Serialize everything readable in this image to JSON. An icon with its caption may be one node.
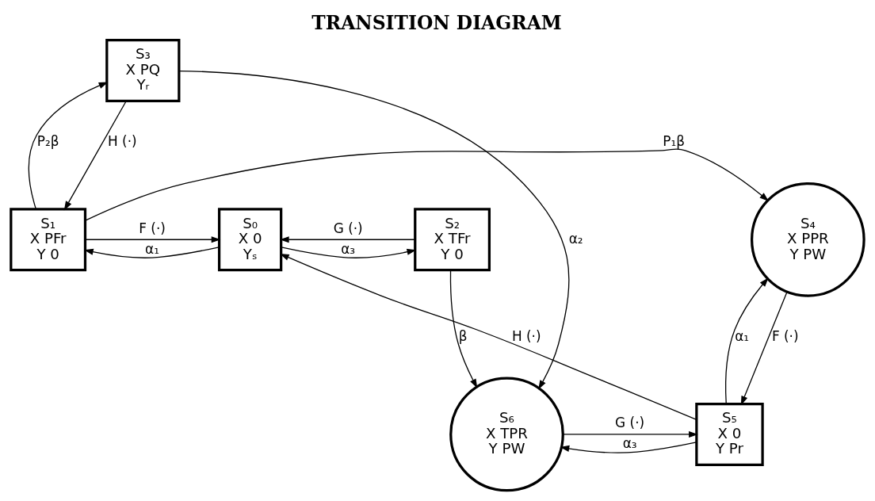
{
  "diagram": {
    "title": "TRANSITION DIAGRAM",
    "nodes": [
      {
        "text": [
          "S₃",
          "X PQ",
          "Yᵣ"
        ]
      },
      {
        "text": [
          "S₂",
          "X TFr",
          "Y 0"
        ]
      },
      {
        "text": [
          "S₀",
          "X 0",
          "Yₛ"
        ]
      },
      {
        "text": [
          "S₁",
          "X PFr",
          "Y 0"
        ]
      },
      {
        "text": [
          "S₄",
          "X PPR",
          "Y PW"
        ]
      },
      {
        "text": [
          "S₆",
          "X TPR",
          "Y PW"
        ]
      },
      {
        "text": [
          "S₅",
          "X 0",
          "Y Pr"
        ]
      }
    ],
    "edges": [
      {
        "from": 2,
        "to": 1,
        "arrow": "to",
        "label": "α₃"
      },
      {
        "from": 1,
        "to": 2,
        "arrow": "to",
        "label": "G (·)"
      },
      {
        "from": 2,
        "to": 3,
        "arrow": "to",
        "label": "α₁"
      },
      {
        "from": 3,
        "to": 2,
        "arrow": "to",
        "label": "F (·)"
      },
      {
        "from": 3,
        "to": 0,
        "arrow": "to",
        "label": "P₂β"
      },
      {
        "from": 0,
        "to": 3,
        "arrow": "to",
        "label": "H (·)"
      },
      {
        "from": 3,
        "to": 4,
        "arrow": "to",
        "label": "P₁β"
      },
      {
        "from": 4,
        "to": 6,
        "arrow": "to",
        "label": "F (·)"
      },
      {
        "from": 6,
        "to": 4,
        "arrow": "to",
        "label": "α₁"
      },
      {
        "from": 0,
        "to": 5,
        "arrow": "to",
        "label": "α₂"
      },
      {
        "from": 1,
        "to": 5,
        "arrow": "to",
        "label": "β"
      },
      {
        "from": 6,
        "to": 2,
        "arrow": "to",
        "label": "H (·)"
      },
      {
        "from": 6,
        "to": 5,
        "arrow": "to",
        "label": "α₃"
      },
      {
        "from": 5,
        "to": 6,
        "arrow": "to",
        "label": "G (·)"
      }
    ]
  }
}
